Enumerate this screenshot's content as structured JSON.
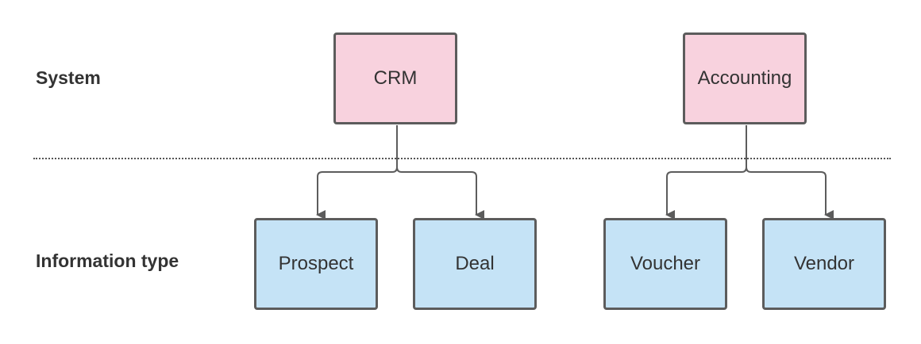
{
  "rows": {
    "system_label": "System",
    "info_label": "Information type"
  },
  "nodes": {
    "crm": "CRM",
    "accounting": "Accounting",
    "prospect": "Prospect",
    "deal": "Deal",
    "voucher": "Voucher",
    "vendor": "Vendor"
  },
  "colors": {
    "system_fill": "#f8d2de",
    "info_fill": "#c5e3f6",
    "border": "#5c5c5c",
    "connector": "#5c5c5c",
    "text": "#333333"
  },
  "edges": [
    {
      "from": "CRM",
      "to": "Prospect"
    },
    {
      "from": "CRM",
      "to": "Deal"
    },
    {
      "from": "Accounting",
      "to": "Voucher"
    },
    {
      "from": "Accounting",
      "to": "Vendor"
    }
  ]
}
